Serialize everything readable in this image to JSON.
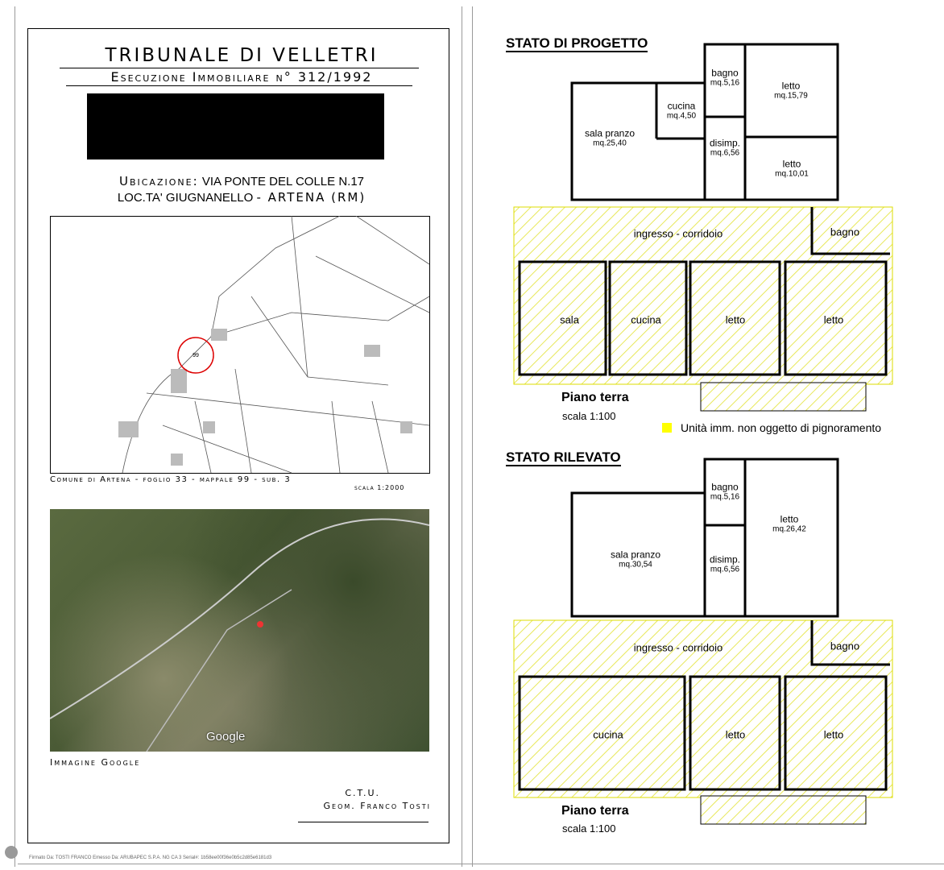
{
  "left_page": {
    "court": "TRIBUNALE DI VELLETRI",
    "case": "Esecuzione Immobiliare n° 312/1992",
    "location_label": "Ubicazione:",
    "address": "VIA PONTE DEL COLLE N.17",
    "locality": "LOC.TA' GIUGNANELLO",
    "city": "- ARTENA (RM)",
    "cadastral_caption": "Comune di Artena - foglio 33 - mappale 99 - sub. 3",
    "cadastral_scale": "scala 1:2000",
    "parcel_label": "99",
    "satellite_watermark": "Google",
    "satellite_caption": "Immagine Google",
    "ctu": "C.T.U.",
    "surveyor": "Geom. Franco Tosti"
  },
  "footer": {
    "signature": "Firmato Da: TOSTI FRANCO Emesso Da: ARUBAPEC S.P.A. NG CA 3 Serial#: 1b58ee00f36e0b5c2d85e6181d3"
  },
  "plan_project": {
    "title": "STATO DI PROGETTO",
    "rooms": [
      {
        "name": "sala pranzo",
        "area": "mq.25,40"
      },
      {
        "name": "cucina",
        "area": "mq.4,50"
      },
      {
        "name": "bagno",
        "area": "mq.5,16"
      },
      {
        "name": "letto",
        "area": "mq.15,79"
      },
      {
        "name": "disimp.",
        "area": "mq.6,56"
      },
      {
        "name": "letto",
        "area": "mq.10,01"
      }
    ],
    "lower_rooms": [
      "ingresso - corridoio",
      "bagno",
      "sala",
      "cucina",
      "letto",
      "letto"
    ],
    "floor": "Piano terra",
    "scale": "scala 1:100",
    "legend": "Unità imm. non oggetto di pignoramento",
    "legend_color": "#ffff00"
  },
  "plan_surveyed": {
    "title": "STATO RILEVATO",
    "rooms": [
      {
        "name": "bagno",
        "area": "mq.5,16"
      },
      {
        "name": "letto",
        "area": "mq.26,42"
      },
      {
        "name": "sala pranzo",
        "area": "mq.30,54"
      },
      {
        "name": "disimp.",
        "area": "mq.6,56"
      }
    ],
    "lower_rooms": [
      "ingresso - corridoio",
      "bagno",
      "cucina",
      "letto",
      "letto"
    ],
    "floor": "Piano terra",
    "scale": "scala 1:100"
  }
}
